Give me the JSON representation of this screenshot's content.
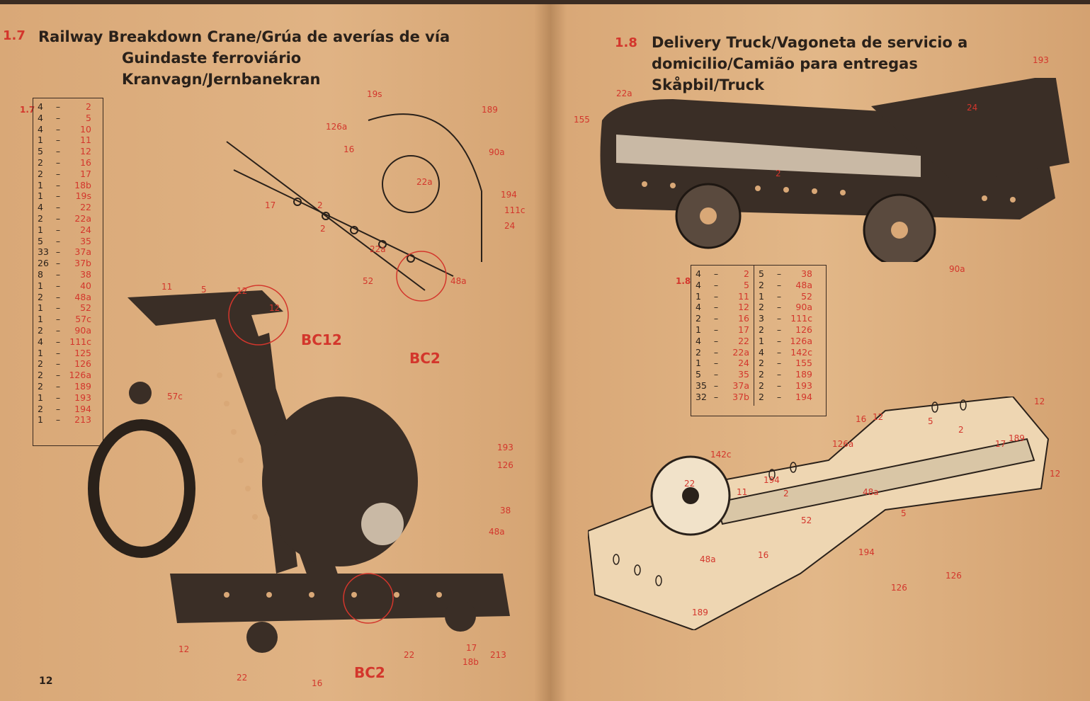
{
  "left_page": {
    "model_number": "1.7",
    "title_lines": [
      "Railway Breakdown Crane/Grúa de averías de vía",
      "Guindaste ferroviário",
      "Kranvagn/Jernbanekran"
    ],
    "parts_list_label": "1.7",
    "parts": [
      {
        "qty": "4",
        "part": "2"
      },
      {
        "qty": "4",
        "part": "5"
      },
      {
        "qty": "4",
        "part": "10"
      },
      {
        "qty": "1",
        "part": "11"
      },
      {
        "qty": "5",
        "part": "12"
      },
      {
        "qty": "2",
        "part": "16"
      },
      {
        "qty": "2",
        "part": "17"
      },
      {
        "qty": "1",
        "part": "18b"
      },
      {
        "qty": "1",
        "part": "19s"
      },
      {
        "qty": "4",
        "part": "22"
      },
      {
        "qty": "2",
        "part": "22a"
      },
      {
        "qty": "1",
        "part": "24"
      },
      {
        "qty": "5",
        "part": "35"
      },
      {
        "qty": "33",
        "part": "37a"
      },
      {
        "qty": "26",
        "part": "37b"
      },
      {
        "qty": "8",
        "part": "38"
      },
      {
        "qty": "1",
        "part": "40"
      },
      {
        "qty": "2",
        "part": "48a"
      },
      {
        "qty": "1",
        "part": "52"
      },
      {
        "qty": "1",
        "part": "57c"
      },
      {
        "qty": "2",
        "part": "90a"
      },
      {
        "qty": "4",
        "part": "111c"
      },
      {
        "qty": "1",
        "part": "125"
      },
      {
        "qty": "2",
        "part": "126"
      },
      {
        "qty": "2",
        "part": "126a"
      },
      {
        "qty": "2",
        "part": "189"
      },
      {
        "qty": "1",
        "part": "193"
      },
      {
        "qty": "2",
        "part": "194"
      },
      {
        "qty": "1",
        "part": "213"
      }
    ],
    "callouts": [
      "19s",
      "189",
      "126a",
      "16",
      "90a",
      "22a",
      "194",
      "111c",
      "24",
      "17",
      "2",
      "2",
      "22a",
      "52",
      "48a",
      "11",
      "5",
      "12",
      "12",
      "57c",
      "193",
      "126",
      "38",
      "48a",
      "12",
      "22",
      "17",
      "18b",
      "213",
      "22",
      "16"
    ],
    "bc_labels": [
      "BC12",
      "BC2",
      "BC2"
    ],
    "page_number": "12"
  },
  "right_page": {
    "model_number": "1.8",
    "title_lines": [
      "Delivery Truck/Vagoneta de servicio a",
      "domicilio/Camião para entregas",
      "Skåpbil/Truck"
    ],
    "parts_list_label": "1.8",
    "parts_col1": [
      {
        "qty": "4",
        "part": "2"
      },
      {
        "qty": "4",
        "part": "5"
      },
      {
        "qty": "1",
        "part": "11"
      },
      {
        "qty": "4",
        "part": "12"
      },
      {
        "qty": "2",
        "part": "16"
      },
      {
        "qty": "1",
        "part": "17"
      },
      {
        "qty": "4",
        "part": "22"
      },
      {
        "qty": "2",
        "part": "22a"
      },
      {
        "qty": "1",
        "part": "24"
      },
      {
        "qty": "5",
        "part": "35"
      },
      {
        "qty": "35",
        "part": "37a"
      },
      {
        "qty": "32",
        "part": "37b"
      }
    ],
    "parts_col2": [
      {
        "qty": "5",
        "part": "38"
      },
      {
        "qty": "2",
        "part": "48a"
      },
      {
        "qty": "1",
        "part": "52"
      },
      {
        "qty": "2",
        "part": "90a"
      },
      {
        "qty": "3",
        "part": "111c"
      },
      {
        "qty": "2",
        "part": "126"
      },
      {
        "qty": "1",
        "part": "126a"
      },
      {
        "qty": "4",
        "part": "142c"
      },
      {
        "qty": "2",
        "part": "155"
      },
      {
        "qty": "2",
        "part": "189"
      },
      {
        "qty": "2",
        "part": "193"
      },
      {
        "qty": "2",
        "part": "194"
      }
    ],
    "callouts": [
      "193",
      "22a",
      "155",
      "24",
      "2",
      "90a",
      "16",
      "12",
      "126a",
      "5",
      "2",
      "17",
      "189",
      "12",
      "12",
      "142c",
      "22",
      "11",
      "194",
      "2",
      "52",
      "48a",
      "5",
      "48a",
      "16",
      "194",
      "126",
      "126",
      "189"
    ]
  },
  "colors": {
    "paper": "#dcae7e",
    "ink": "#2a211a",
    "red": "#d3362c"
  }
}
